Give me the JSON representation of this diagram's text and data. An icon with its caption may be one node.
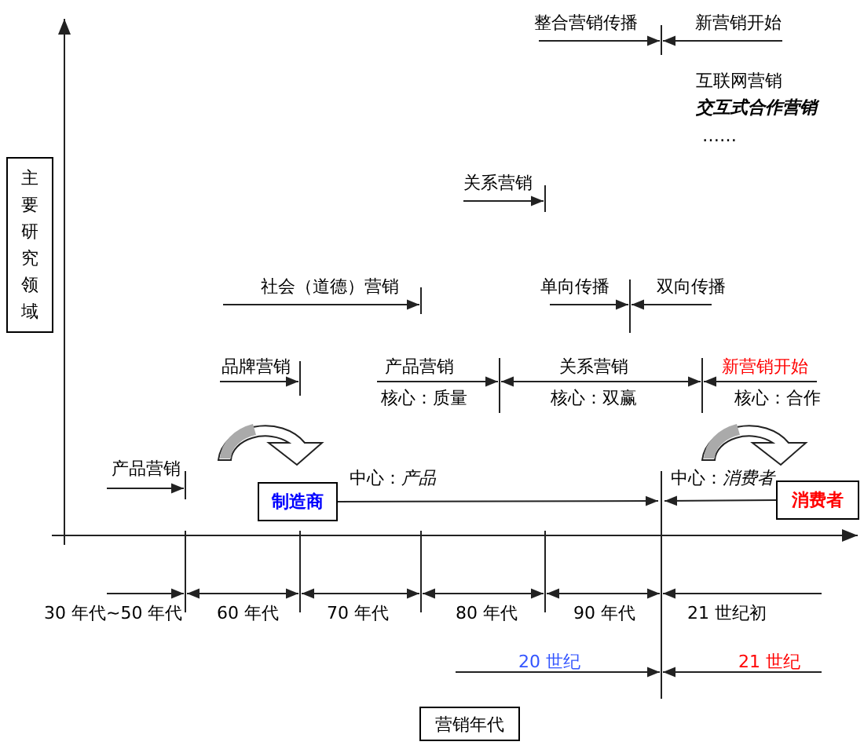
{
  "diagram": {
    "nodes": [
      {
        "text": [
          "主要研究领域"
        ]
      },
      {
        "text": [
          "制造商"
        ]
      },
      {
        "text": [
          "消费者"
        ]
      },
      {
        "text": [
          "营销年代"
        ]
      }
    ],
    "edges": [
      {
        "from": 1,
        "to": null,
        "arrow": "to",
        "label": "中心：*产品*"
      },
      {
        "from": 2,
        "to": null,
        "arrow": "to",
        "label": "中心：*消费者*"
      }
    ],
    "labels": [
      "整合营销传播",
      "新营销开始",
      "互联网营销",
      "交互式合作营销",
      "……",
      "关系营销",
      "社会（道德）营销",
      "单向传播",
      "双向传播",
      "品牌营销",
      "产品营销",
      "关系营销",
      "新营销开始",
      "核心：质量",
      "核心：双赢",
      "核心：合作",
      "产品营销",
      "30 年代~50 年代",
      "60 年代",
      "70 年代",
      "80 年代",
      "90 年代",
      "21 世纪初",
      "20 世纪",
      "21 世纪"
    ]
  }
}
